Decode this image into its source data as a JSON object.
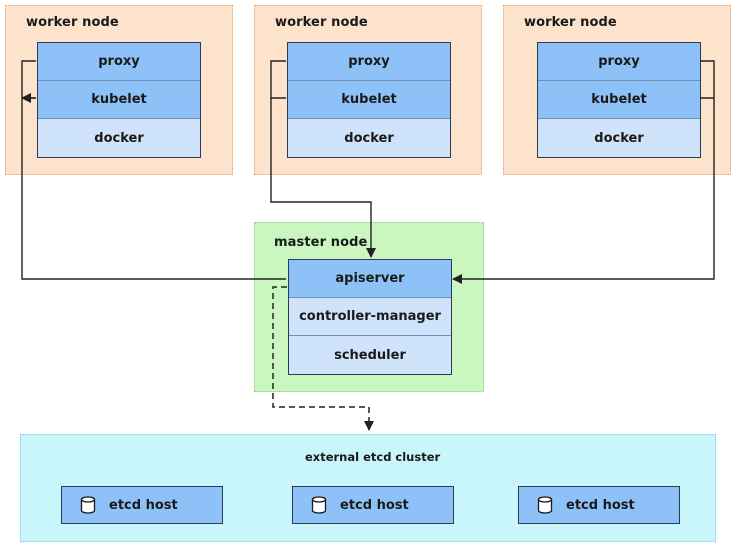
{
  "workers": [
    {
      "label": "worker node",
      "components": [
        "proxy",
        "kubelet",
        "docker"
      ]
    },
    {
      "label": "worker node",
      "components": [
        "proxy",
        "kubelet",
        "docker"
      ]
    },
    {
      "label": "worker node",
      "components": [
        "proxy",
        "kubelet",
        "docker"
      ]
    }
  ],
  "master": {
    "label": "master node",
    "components": [
      "apiserver",
      "controller-manager",
      "scheduler"
    ]
  },
  "etcd": {
    "title": "external etcd cluster",
    "hosts": [
      "etcd host",
      "etcd host",
      "etcd host"
    ],
    "host_icon": "database-icon"
  },
  "colors": {
    "worker_bg": "#fde2cc",
    "master_bg": "#c9f7bf",
    "etcd_bg": "#c8f6fa",
    "component_strong": "#8ec1f7",
    "component_light": "#cfe3fb",
    "connector": "#222222"
  }
}
